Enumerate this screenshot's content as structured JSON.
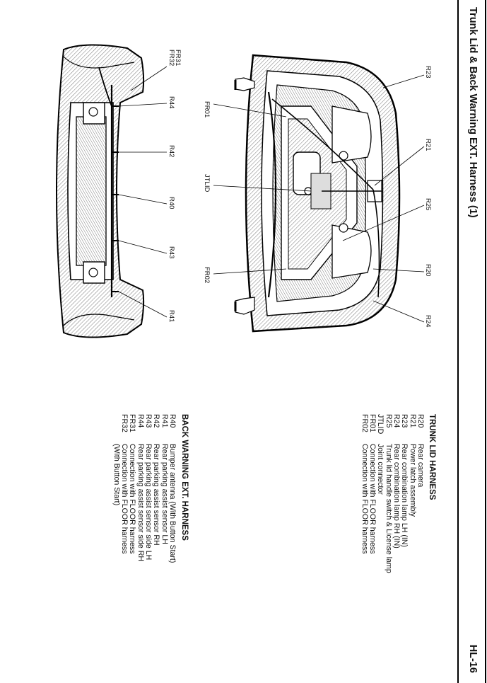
{
  "header": {
    "title": "Trunk Lid & Back Warning EXT. Harness (1)",
    "page_number": "HL-16"
  },
  "trunk_lid_harness": {
    "title": "TRUNK LID HARNESS",
    "items": [
      {
        "code": "R20",
        "desc": "Rear camera"
      },
      {
        "code": "R21",
        "desc": "Power latch assembly"
      },
      {
        "code": "R23",
        "desc": "Rear combination lamp LH (IN)"
      },
      {
        "code": "R24",
        "desc": "Rear combination lamp RH (IN)"
      },
      {
        "code": "R25",
        "desc": "Trunk lid handle switch & License lamp"
      },
      {
        "code": "JTLID",
        "desc": "Joint connector"
      },
      {
        "code": "FR01",
        "desc": "Connection with FLOOR harness"
      },
      {
        "code": "FR02",
        "desc": "Connection with FLOOR harness"
      }
    ]
  },
  "back_warning_harness": {
    "title": "BACK WARNING EXT. HARNESS",
    "items": [
      {
        "code": "R40",
        "desc": "Bumper antenna (With Button Start)"
      },
      {
        "code": "R41",
        "desc": "Rear parking assist sensor LH"
      },
      {
        "code": "R42",
        "desc": "Rear parking assist sensor RH"
      },
      {
        "code": "R43",
        "desc": "Rear parking assist sensor side LH"
      },
      {
        "code": "R44",
        "desc": "Rear parking assist sensor side RH"
      },
      {
        "code": "FR31",
        "desc": "Connection with FLOOR harness"
      },
      {
        "code": "FR32",
        "desc": "Connection with FLOOR harness"
      },
      {
        "code": "",
        "desc": "(With Button Start)"
      }
    ]
  },
  "diagram_labels": {
    "trunk_lid": {
      "r23": "R23",
      "r21": "R21",
      "r25": "R25",
      "r20": "R20",
      "r24": "R24",
      "fr01": "FR01",
      "jtlid": "JTLID",
      "fr02": "FR02"
    },
    "bumper": {
      "fr31": "FR31",
      "fr32": "FR32",
      "r44": "R44",
      "r42": "R42",
      "r40": "R40",
      "r43": "R43",
      "r41": "R41"
    }
  }
}
